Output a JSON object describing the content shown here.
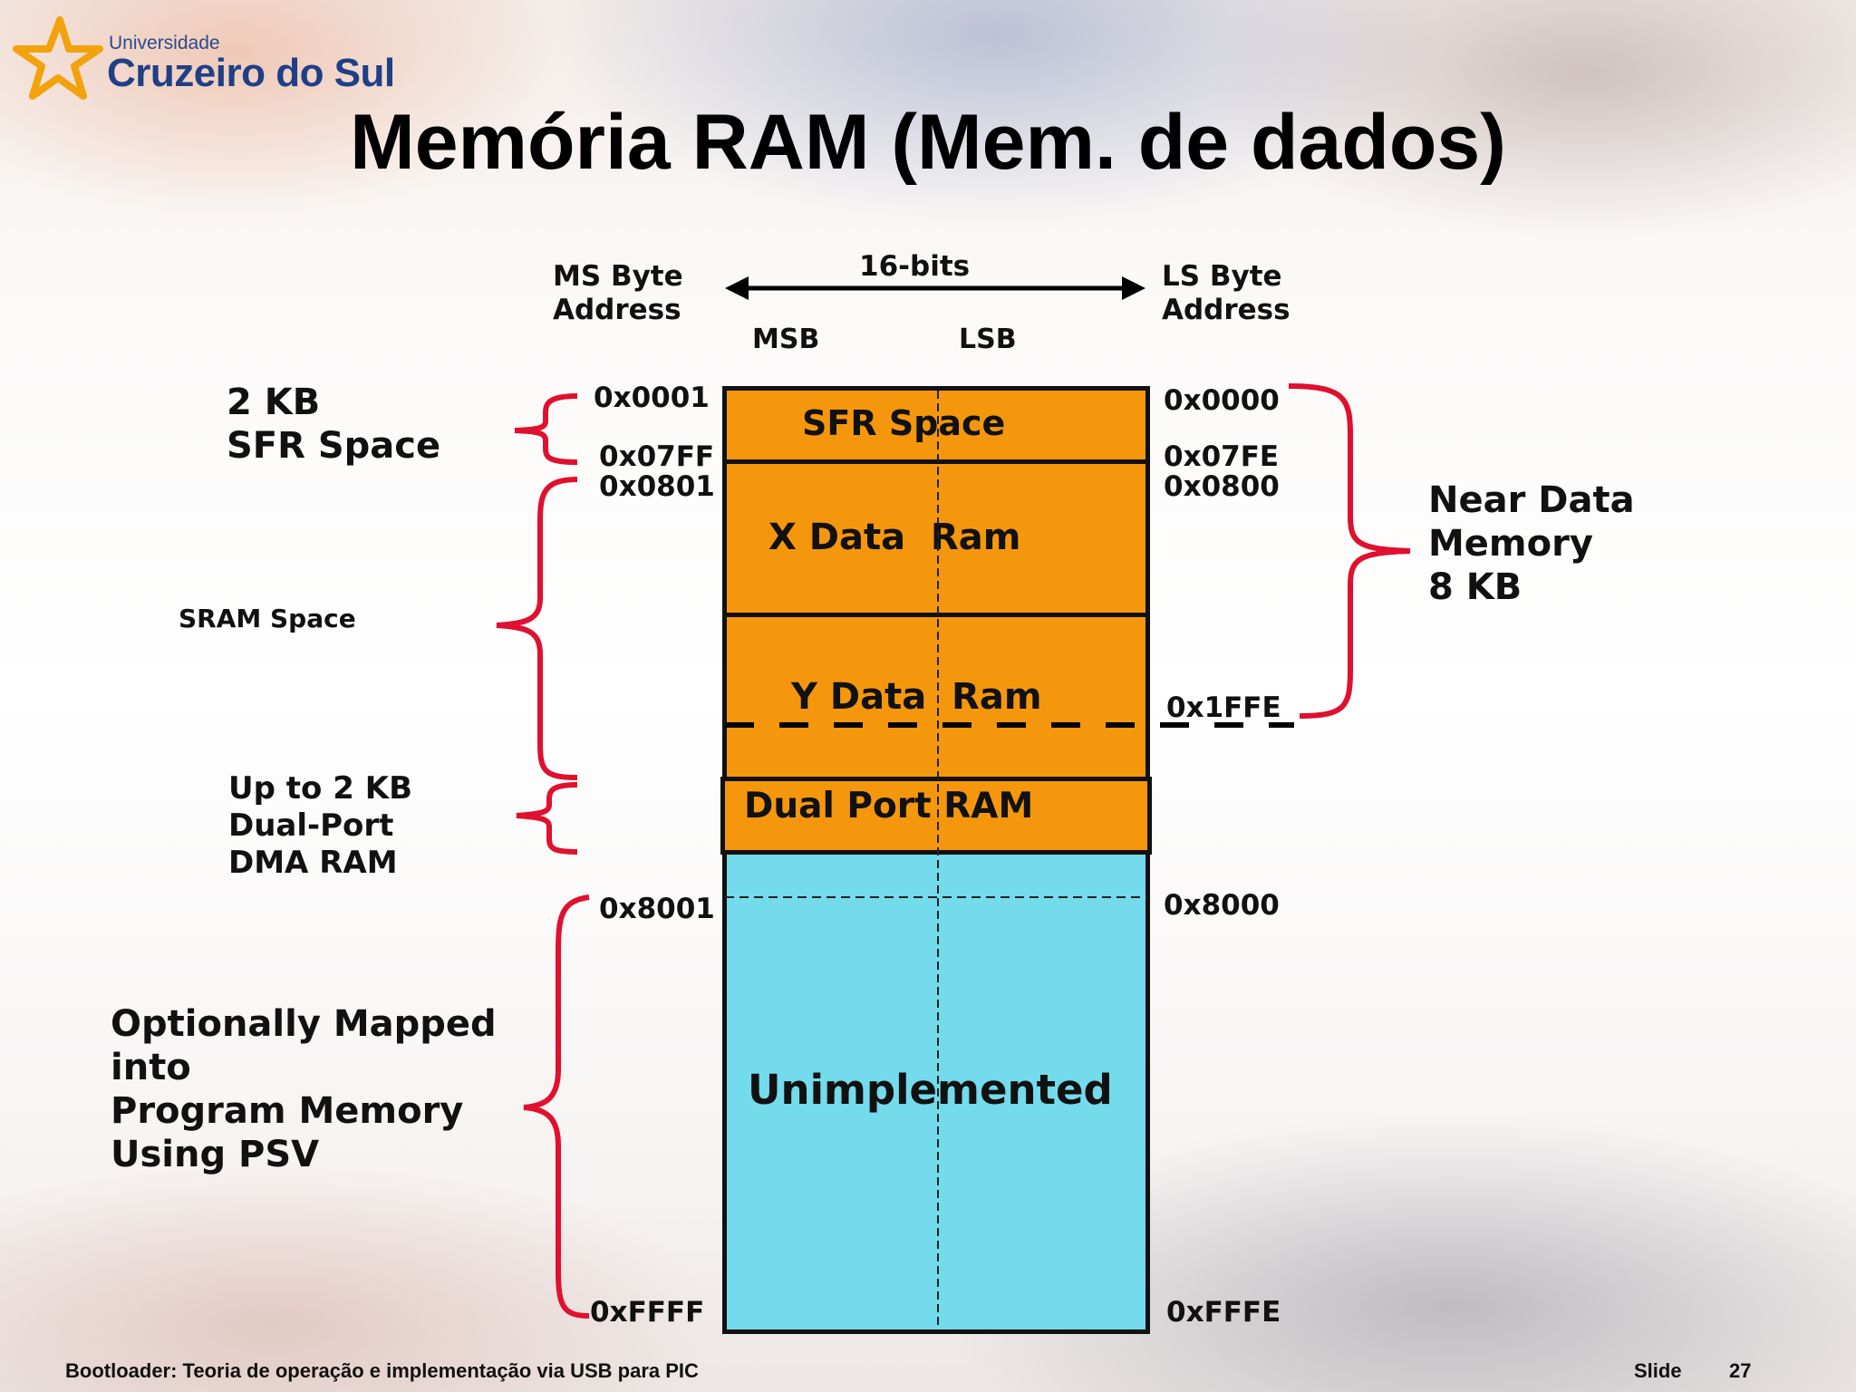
{
  "logo": {
    "small_text": "Universidade",
    "big_text": "Cruzeiro do Sul"
  },
  "title": "Memória RAM (Mem. de dados)",
  "header": {
    "ms_byte_address": [
      "MS Byte",
      "Address"
    ],
    "bits": "16-bits",
    "ls_byte_address": [
      "LS Byte",
      "Address"
    ],
    "msb": "MSB",
    "lsb": "LSB"
  },
  "regions": {
    "sfr": "SFR Space",
    "x_data": "X Data  Ram",
    "y_data": "Y Data  Ram",
    "dual_port": "Dual Port RAM",
    "unimplemented": "Unimplemented"
  },
  "left_addresses": [
    "0x0001",
    "0x07FF",
    "0x0801",
    "0x8001",
    "0xFFFF"
  ],
  "right_addresses": [
    "0x0000",
    "0x07FE",
    "0x0800",
    "0x1FFE",
    "0x8000",
    "0xFFFE"
  ],
  "left_labels": {
    "sfr_space": [
      "2 KB",
      "SFR Space"
    ],
    "sram_space": "SRAM Space",
    "dma_ram": [
      "Up to 2 KB",
      "Dual-Port",
      "DMA RAM"
    ],
    "psv": [
      "Optionally Mapped",
      "into",
      "Program Memory",
      "Using PSV"
    ]
  },
  "right_labels": {
    "near_data": [
      "Near Data",
      "Memory",
      "8 KB"
    ]
  },
  "colors": {
    "ram": "#f5970c",
    "unimplemented": "#73dbeb",
    "brace": "#e0102f"
  },
  "footer": {
    "left": "Bootloader: Teoria de operação e implementação via USB para PIC",
    "slide_label": "Slide",
    "slide_number": "27"
  }
}
